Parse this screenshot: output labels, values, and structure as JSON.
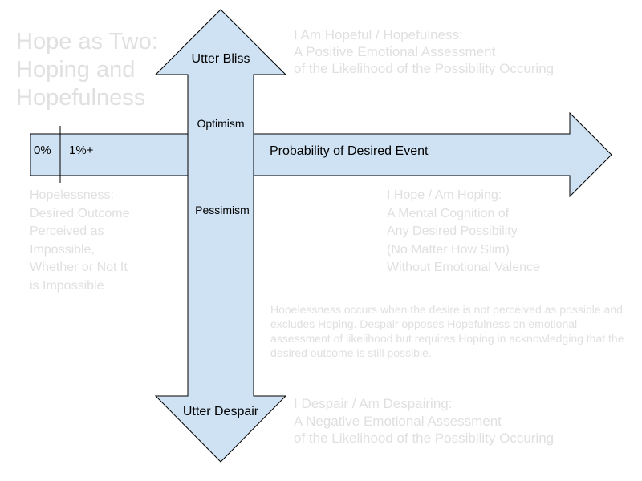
{
  "title": "Hope as Two:\nHoping and\nHopefulness",
  "hopeful_text": "I Am Hopeful / Hopefulness:\nA Positive Emotional Assessment\nof the Likelihood of the Possibility Occuring",
  "hoping_text": "I Hope / Am Hoping:\nA Mental Cognition of\nAny Desired Possibility\n(No Matter How Slim)\nWithout Emotional Valence",
  "hopelessness_text": "Hopelessness:\nDesired Outcome\nPerceived as\nImpossible,\nWhether or Not It\nis Impossible",
  "explanation_text": "Hopelessness occurs when the desire is not perceived as possible and excludes Hoping. Despair opposes Hopefulness on emotional assessment of likelihood but requires Hoping in acknowledging that the desired outcome is still possible.",
  "despair_text": "I Despair / Am Despairing:\nA Negative Emotional Assessment\nof the Likelihood of the Possibility Occuring",
  "vertical_axis": {
    "top_label": "Utter Bliss",
    "upper_label": "Optimism",
    "lower_label": "Pessimism",
    "bottom_label": "Utter Despair"
  },
  "horizontal_axis": {
    "label": "Probability of Desired Event",
    "zero_label": "0%",
    "one_label": "1%+"
  },
  "colors": {
    "arrow_fill": "#cfe2f3",
    "arrow_stroke": "#000000",
    "faint_text": "#e0e0e0"
  }
}
